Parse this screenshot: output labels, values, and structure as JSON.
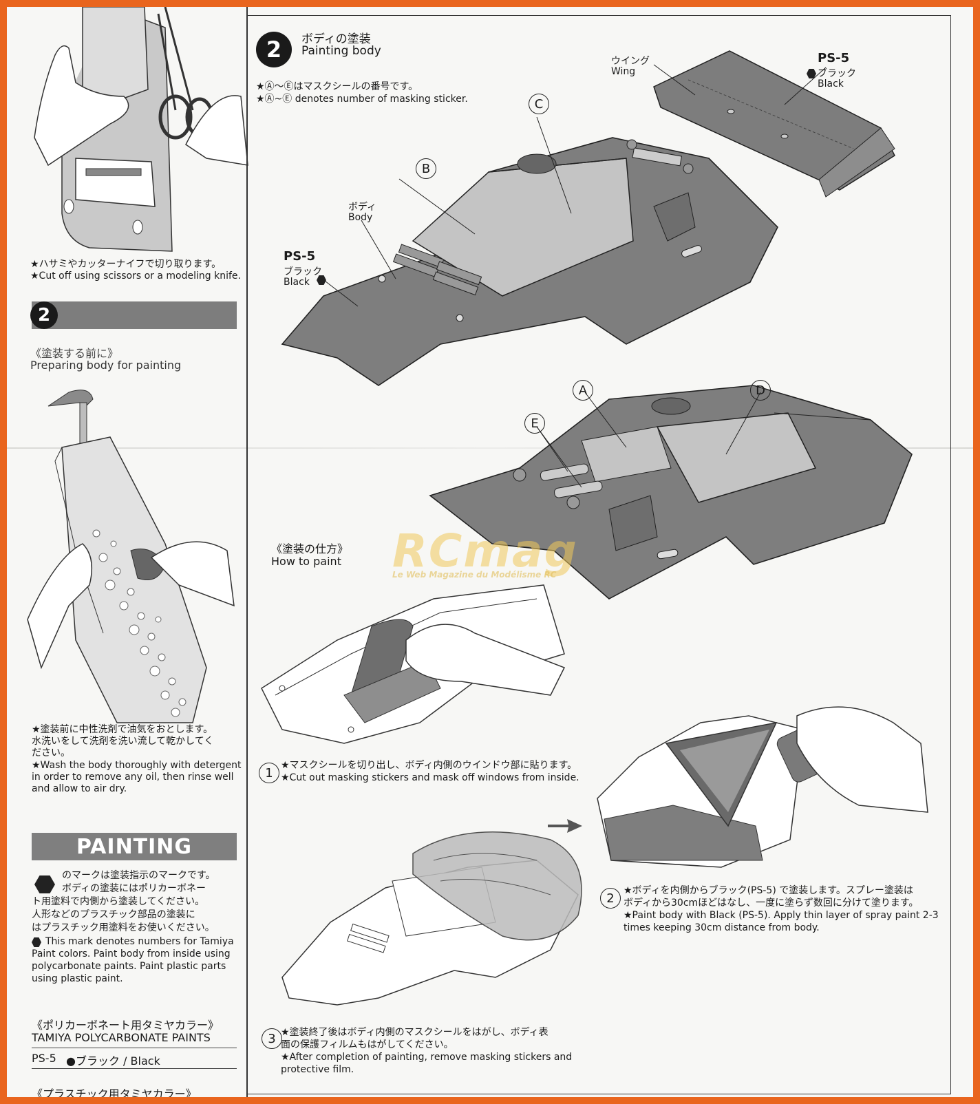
{
  "left_column": {
    "cut_note_jp": "★ハサミやカッターナイフで切り取ります。",
    "cut_note_en": "★Cut off using scissors or a modeling knife.",
    "step_number": "2",
    "prep_title_jp": "《塗装する前に》",
    "prep_title_en": "Preparing body for painting",
    "wash_note_jp_1": "★塗装前に中性洗剤で油気をおとします。",
    "wash_note_jp_2": "水洗いをして洗剤を洗い流して乾かしてく",
    "wash_note_jp_3": "ださい。",
    "wash_note_en_1": "★Wash the body thoroughly with detergent",
    "wash_note_en_2": "in order to remove any oil, then rinse well",
    "wash_note_en_3": "and allow to air dry.",
    "painting_heading": "PAINTING",
    "mark_jp_1": "のマークは塗装指示のマークです。",
    "mark_jp_2": "ボディの塗装にはポリカーボネー",
    "mark_jp_3": "ト用塗料で内側から塗装してください。",
    "mark_jp_4": "人形などのプラスチック部品の塗装に",
    "mark_jp_5": "はプラスチック用塗料をお使いください。",
    "mark_en_1": "This mark denotes numbers for Tamiya",
    "mark_en_2": "Paint colors. Paint body from inside using",
    "mark_en_3": "polycarbonate paints. Paint plastic parts",
    "mark_en_4": "using plastic paint.",
    "poly_title_jp": "《ポリカーボネート用タミヤカラー》",
    "poly_title_en": "TAMIYA POLYCARBONATE PAINTS",
    "poly_code": "PS-5",
    "poly_color": "●ブラック / Black",
    "plastic_title_jp": "《プラスチック用タミヤカラー》"
  },
  "right_panel": {
    "step_number": "2",
    "title_jp": "ボディの塗装",
    "title_en": "Painting body",
    "note_jp": "★Ⓐ～Ⓔはマスクシールの番号です。",
    "note_en": "★Ⓐ~Ⓔ denotes number of masking sticker.",
    "wing_jp": "ウイング",
    "wing_en": "Wing",
    "wing_paint_code": "PS-5",
    "wing_paint_jp": "ブラック",
    "wing_paint_en": "Black",
    "body_jp": "ボディ",
    "body_en": "Body",
    "body_paint_code": "PS-5",
    "body_paint_jp": "ブラック",
    "body_paint_en": "Black",
    "sticker_a": "A",
    "sticker_b": "B",
    "sticker_c": "C",
    "sticker_d": "D",
    "sticker_e": "E",
    "howto_jp": "《塗装の仕方》",
    "howto_en": "How to paint",
    "watermark": "RCmag",
    "watermark_sub": "Le Web Magazine du Modélisme RC",
    "step1_num": "1",
    "step1_jp": "★マスクシールを切り出し、ボディ内側のウインドウ部に貼ります。",
    "step1_en": "★Cut out masking stickers and mask off windows from inside.",
    "step2_num": "2",
    "step2_jp_1": "★ボディを内側からブラック(PS-5) で塗装します。スプレー塗装は",
    "step2_jp_2": "ボディから30cmほどはなし、一度に塗らず数回に分けて塗ります。",
    "step2_en_1": "★Paint body with Black (PS-5). Apply thin layer of spray paint 2-3",
    "step2_en_2": "times keeping 30cm distance from body.",
    "step3_num": "3",
    "step3_jp_1": "★塗装終了後はボディ内側のマスクシールをはがし、ボディ表",
    "step3_jp_2": "面の保護フィルムもはがしてください。",
    "step3_en_1": "★After completion of painting, remove masking stickers and",
    "step3_en_2": "protective film."
  }
}
